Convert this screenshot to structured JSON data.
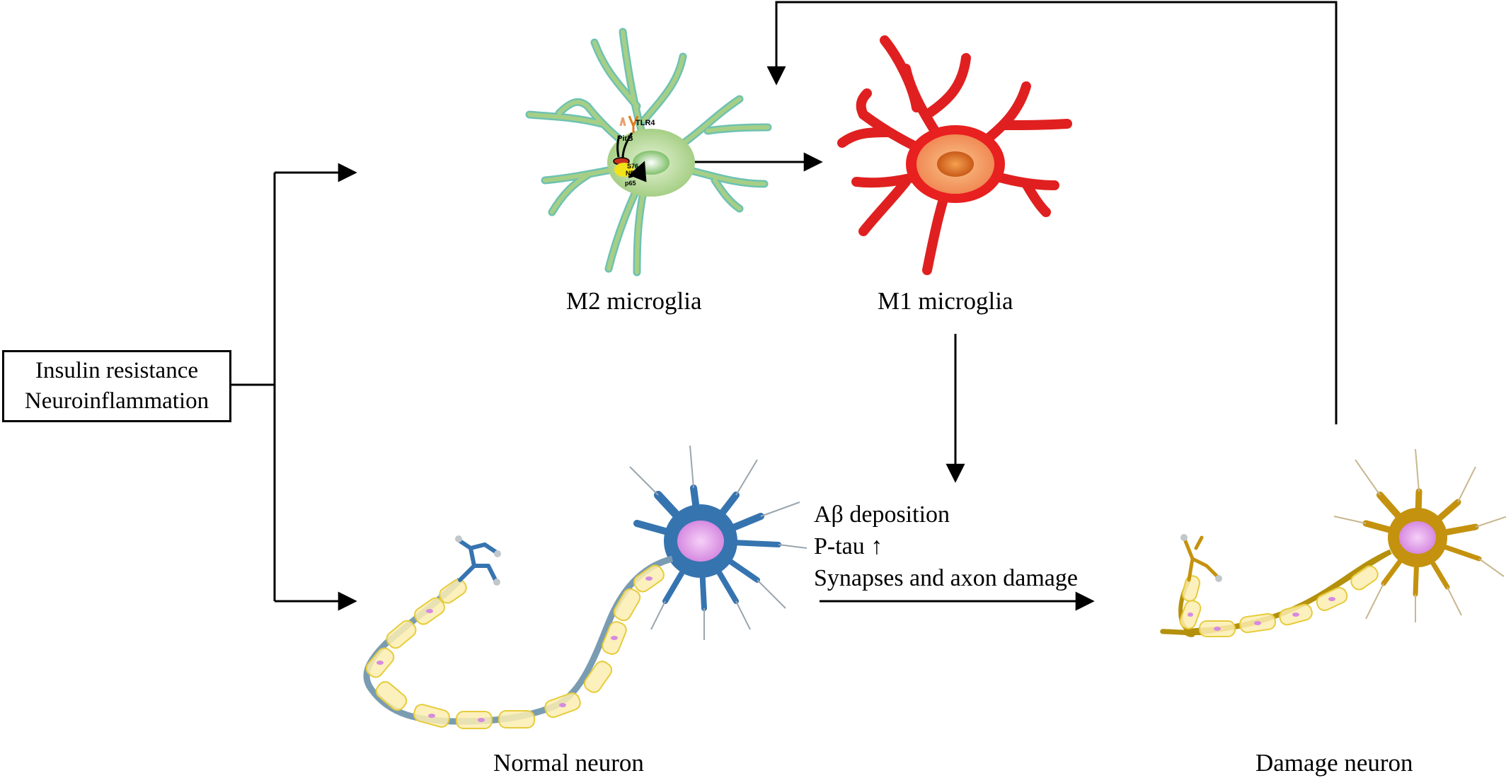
{
  "input": {
    "line1": "Insulin resistance",
    "line2": "Neuroinflammation"
  },
  "cells": {
    "m2": {
      "label": "M2 microglia"
    },
    "m1": {
      "label": "M1 microglia"
    },
    "normal": {
      "label": "Normal neuron"
    },
    "damage": {
      "label": "Damage neuron"
    }
  },
  "receptors": {
    "pirb": "PirB",
    "tlr4": "TLR4",
    "nfkb": "NFκB",
    "p65": "p65",
    "s76": "S76"
  },
  "effects": [
    "Aβ deposition",
    "P-tau ↑",
    "Synapses and axon damage"
  ],
  "colors": {
    "m2_body": "#a6cf86",
    "m2_outline": "#6ec2b2",
    "m1_body": "#e82020",
    "m1_nucleus": "#e07a30",
    "normal_neuron": "#3674b0",
    "damage_neuron": "#c4920e",
    "myelin": "#fbedb0",
    "myelin_edge": "#e6cc3c",
    "soma_nucleus": "#d68ae0"
  }
}
